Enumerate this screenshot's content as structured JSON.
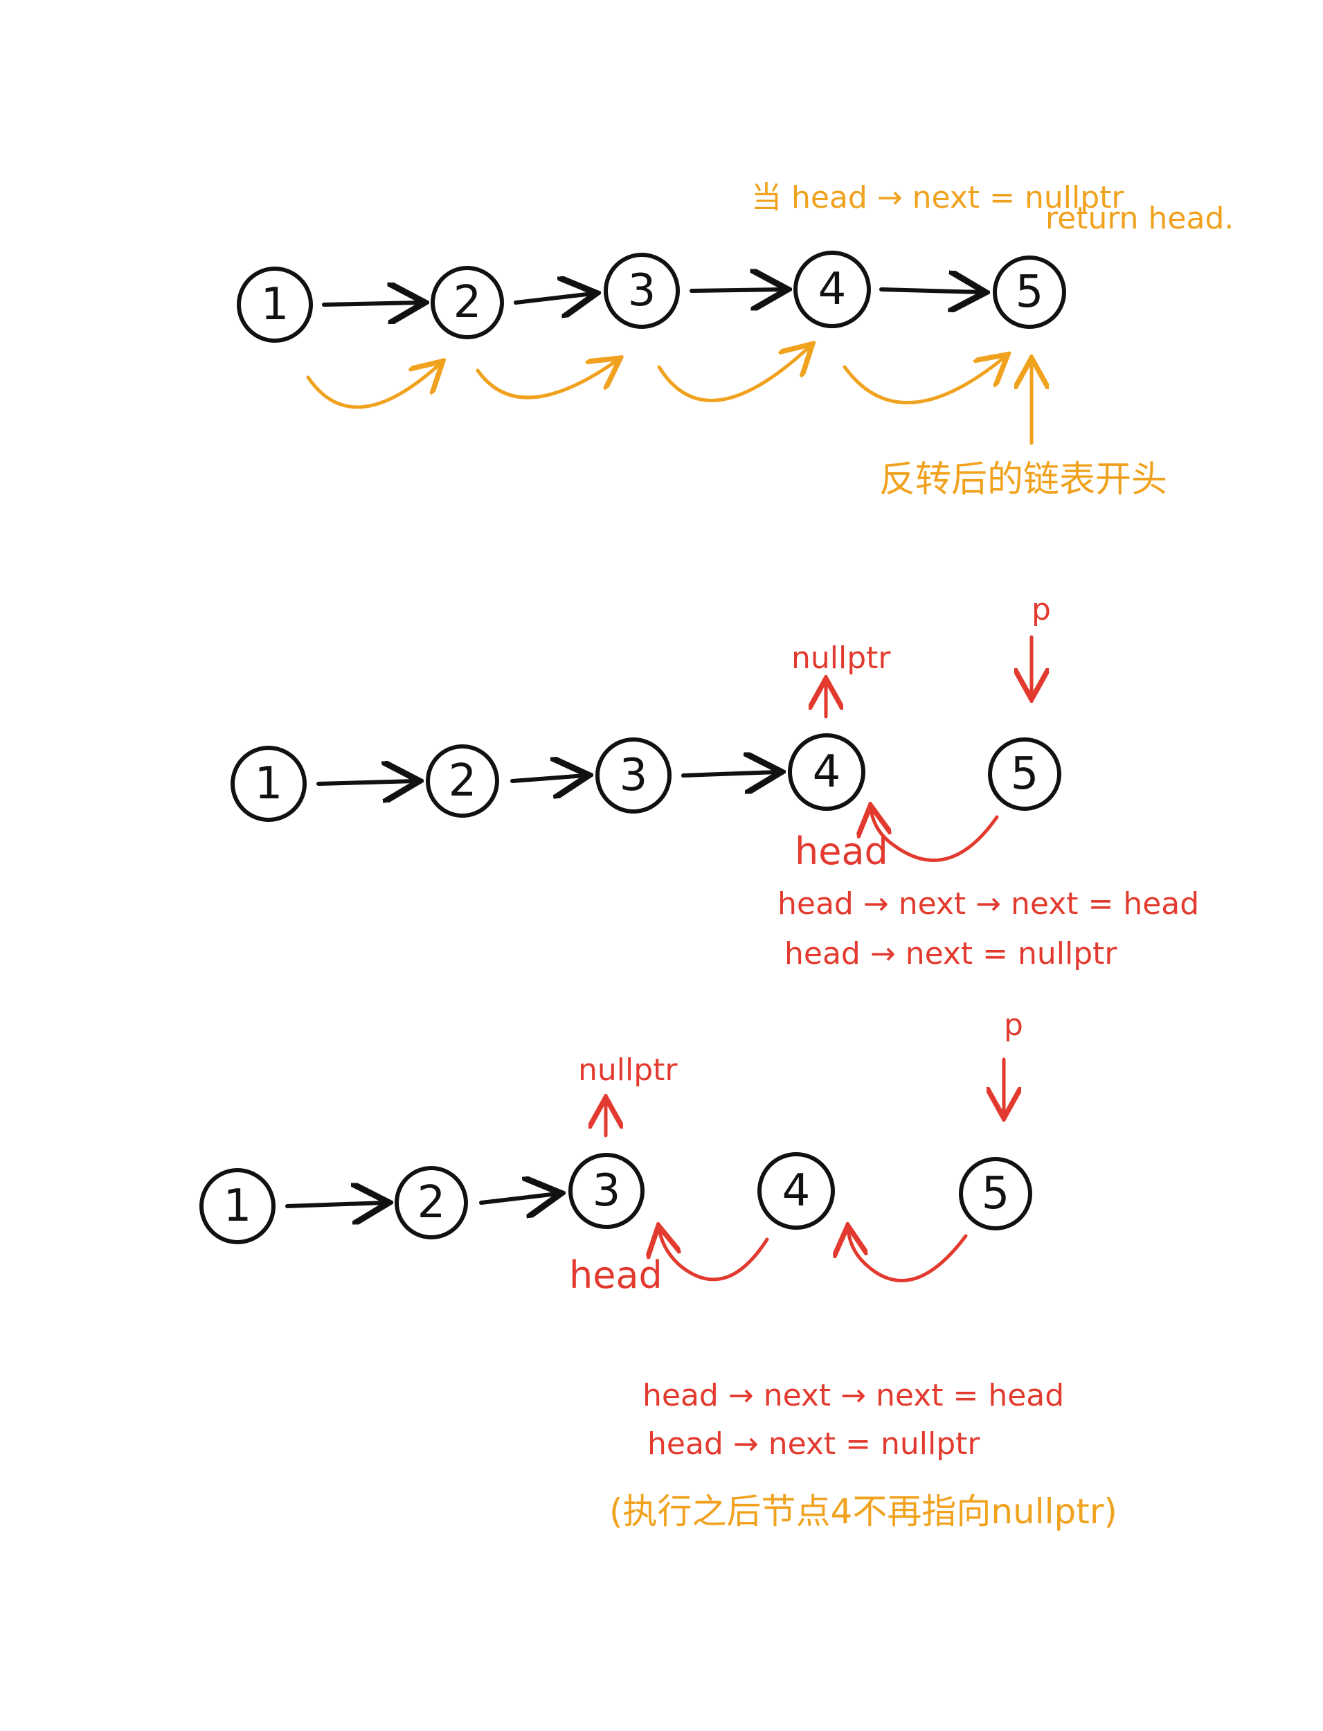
{
  "colors": {
    "ink": "#111111",
    "orange": "#f0a21e",
    "red": "#e23a2e"
  },
  "diagram1": {
    "nodes": [
      "1",
      "2",
      "3",
      "4",
      "5"
    ],
    "note_line1": "当 head → next = nullptr",
    "note_line2": "return head.",
    "caption": "反转后的链表开头"
  },
  "diagram2": {
    "nodes": [
      "1",
      "2",
      "3",
      "4",
      "5"
    ],
    "p_label": "p",
    "nullptr_label": "nullptr",
    "head_label": "head",
    "code_line1": "head → next → next = head",
    "code_line2": "head → next = nullptr"
  },
  "diagram3": {
    "nodes": [
      "1",
      "2",
      "3",
      "4",
      "5"
    ],
    "p_label": "p",
    "nullptr_label": "nullptr",
    "head_label": "head",
    "code_line1": "head → next → next = head",
    "code_line2": "head → next = nullptr",
    "note": "(执行之后节点4不再指向nullptr)"
  }
}
